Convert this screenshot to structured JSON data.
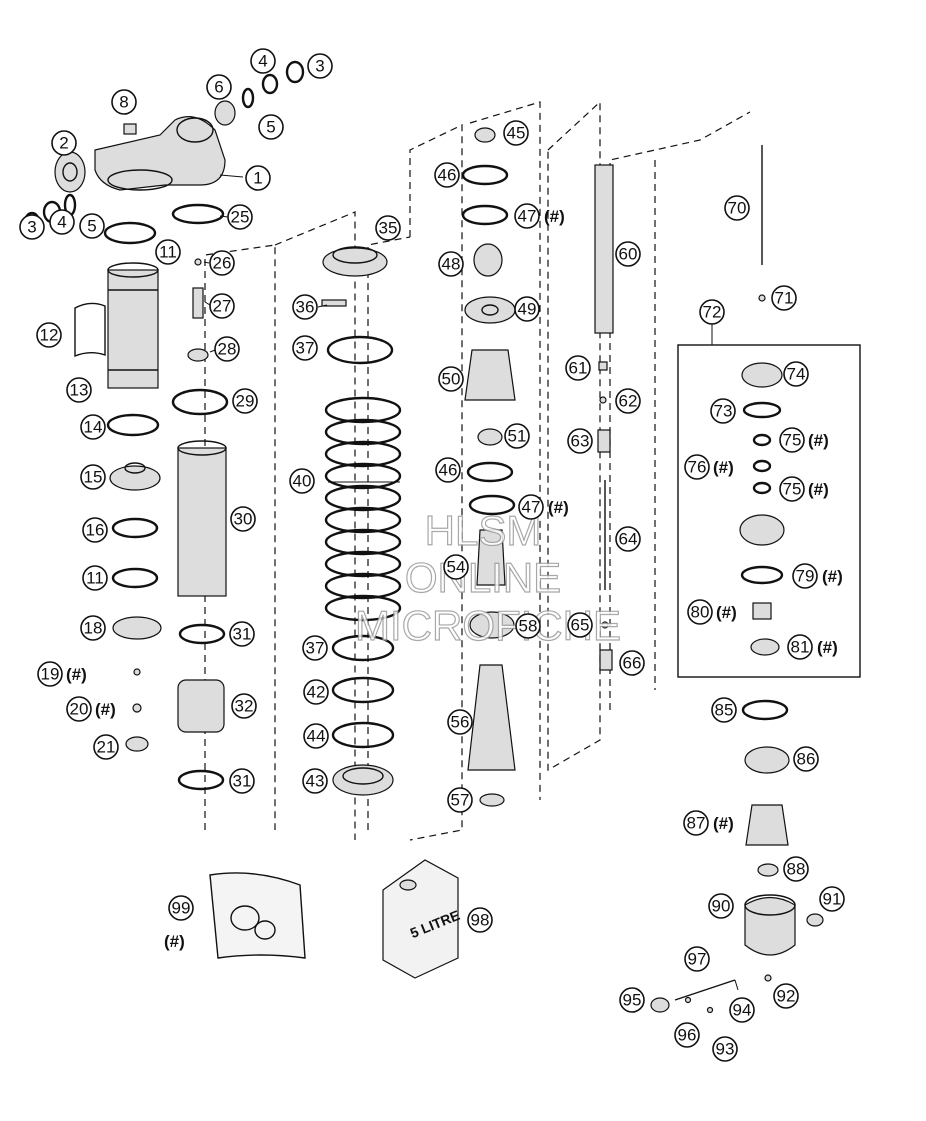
{
  "optional_marker": "(#)",
  "package_label": "5 LITRE",
  "watermark": [
    "HLSM",
    "ONLINE",
    "MICROFICHE"
  ],
  "parts": [
    {
      "num": "1"
    },
    {
      "num": "2"
    },
    {
      "num": "3"
    },
    {
      "num": "4"
    },
    {
      "num": "5"
    },
    {
      "num": "6"
    },
    {
      "num": "8"
    },
    {
      "num": "11"
    },
    {
      "num": "12"
    },
    {
      "num": "13"
    },
    {
      "num": "14"
    },
    {
      "num": "15"
    },
    {
      "num": "16"
    },
    {
      "num": "18"
    },
    {
      "num": "19",
      "optional": true
    },
    {
      "num": "20",
      "optional": true
    },
    {
      "num": "21"
    },
    {
      "num": "25"
    },
    {
      "num": "26"
    },
    {
      "num": "27"
    },
    {
      "num": "28"
    },
    {
      "num": "29"
    },
    {
      "num": "30"
    },
    {
      "num": "31"
    },
    {
      "num": "32"
    },
    {
      "num": "35"
    },
    {
      "num": "36"
    },
    {
      "num": "37"
    },
    {
      "num": "40"
    },
    {
      "num": "42"
    },
    {
      "num": "43"
    },
    {
      "num": "44"
    },
    {
      "num": "45"
    },
    {
      "num": "46"
    },
    {
      "num": "47",
      "optional": true
    },
    {
      "num": "48"
    },
    {
      "num": "49"
    },
    {
      "num": "50"
    },
    {
      "num": "51"
    },
    {
      "num": "54"
    },
    {
      "num": "56"
    },
    {
      "num": "57"
    },
    {
      "num": "58"
    },
    {
      "num": "60"
    },
    {
      "num": "61"
    },
    {
      "num": "62"
    },
    {
      "num": "63"
    },
    {
      "num": "64"
    },
    {
      "num": "65"
    },
    {
      "num": "66"
    },
    {
      "num": "70"
    },
    {
      "num": "71"
    },
    {
      "num": "72"
    },
    {
      "num": "73"
    },
    {
      "num": "74"
    },
    {
      "num": "75",
      "optional": true
    },
    {
      "num": "76",
      "optional": true
    },
    {
      "num": "79",
      "optional": true
    },
    {
      "num": "80",
      "optional": true
    },
    {
      "num": "81",
      "optional": true
    },
    {
      "num": "85"
    },
    {
      "num": "86"
    },
    {
      "num": "87",
      "optional": true
    },
    {
      "num": "88"
    },
    {
      "num": "90"
    },
    {
      "num": "91"
    },
    {
      "num": "92"
    },
    {
      "num": "93"
    },
    {
      "num": "94"
    },
    {
      "num": "95"
    },
    {
      "num": "96"
    },
    {
      "num": "97"
    },
    {
      "num": "98"
    },
    {
      "num": "99",
      "optional": true
    }
  ]
}
